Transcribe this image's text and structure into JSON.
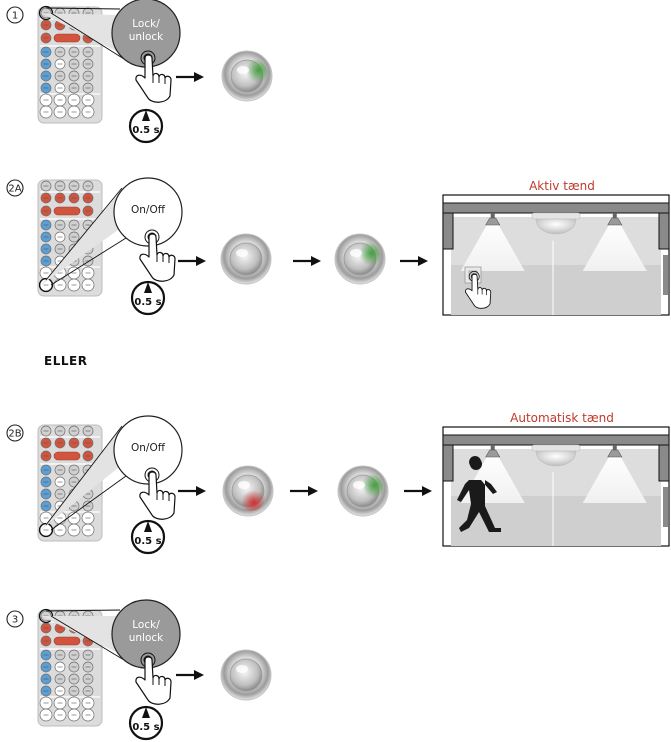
{
  "steps": {
    "s1": {
      "marker": "1",
      "button_label_line1": "Lock/",
      "button_label_line2": "unlock",
      "time": "0.5 s"
    },
    "s2a": {
      "marker": "2A",
      "button_label": "On/Off",
      "time": "0.5 s",
      "room_title": "Aktiv tænd"
    },
    "or_label": "ELLER",
    "s2b": {
      "marker": "2B",
      "button_label": "On/Off",
      "time": "0.5 s",
      "room_title": "Automatisk tænd"
    },
    "s3": {
      "marker": "3",
      "button_label_line1": "Lock/",
      "button_label_line2": "unlock",
      "time": "0.5 s"
    }
  },
  "colors": {
    "remote_red": "#d1543f",
    "remote_blue": "#5a9fd6",
    "sensor_green": "#4fa84a",
    "sensor_red": "#d23a3a",
    "room_title": "#c0392b",
    "gray_button": "#9a9a9a"
  },
  "icons": [
    "remote-control-icon",
    "hand-pointer-icon",
    "timer-icon",
    "arrow-right-icon",
    "sensor-led-icon",
    "ceiling-lamp-icon",
    "walking-person-icon"
  ]
}
